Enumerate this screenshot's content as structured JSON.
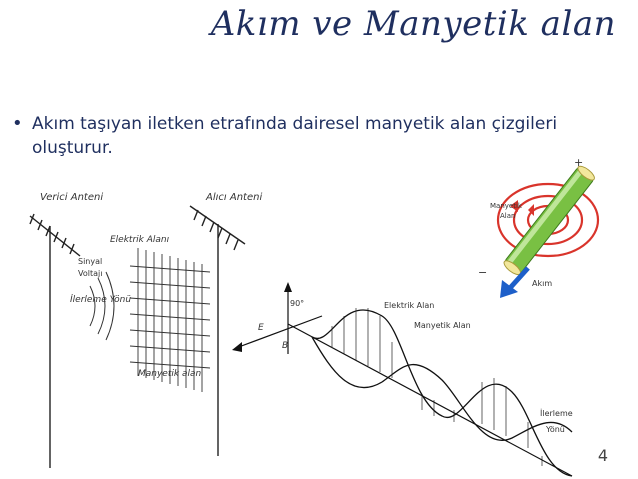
{
  "slide": {
    "title": "Akım ve Manyetik alan",
    "bullet": "Akım taşıyan iletken etrafında dairesel manyetik alan çizgileri oluşturur.",
    "page_number": "4"
  },
  "antenna_figure": {
    "transmitter_label": "Verici Anteni",
    "receiver_label": "Alıcı Anteni",
    "electric_field_label": "Elektrik Alanı",
    "signal_voltage_label_1": "Sinyal",
    "signal_voltage_label_2": "Voltajı",
    "propagation_label": "İlerleme Yönü",
    "magnetic_field_label": "Manyetik alan"
  },
  "wave_figure": {
    "angle_label": "90°",
    "e_label": "E",
    "b_label": "B",
    "electric_label": "Elektrik Alan",
    "magnetic_label": "Manyetik Alan",
    "direction_label_1": "İlerleme",
    "direction_label_2": "Yönü"
  },
  "conductor_figure": {
    "plus_label": "+",
    "minus_label": "−",
    "magnetic_label_1": "Manyetik",
    "magnetic_label_2": "Alan",
    "current_label": "Akım"
  },
  "colors": {
    "title": "#1f2f5f",
    "field_lines": "#d9342b",
    "conductor": "#79c043",
    "current_arrow": "#1d5fc9"
  }
}
